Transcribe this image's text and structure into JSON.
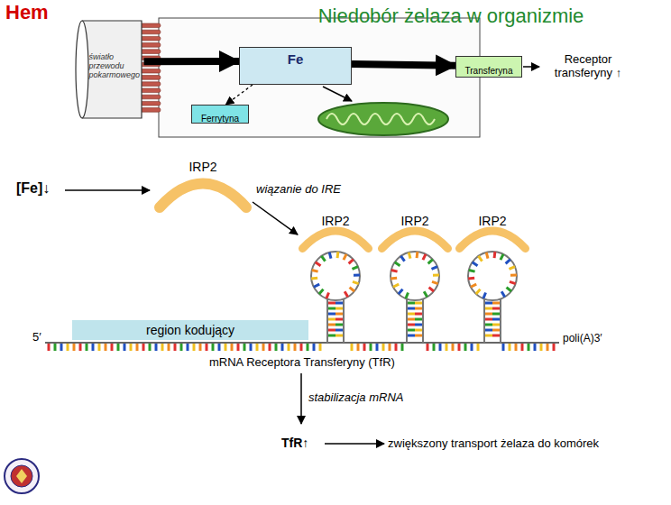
{
  "diagram": {
    "title": "Niedobór żelaza w organizmie",
    "nodes": [
      {
        "text": [
          "światło przewodu pokarmowego"
        ]
      },
      {
        "text": [
          "Fe"
        ]
      },
      {
        "text": [
          "Transferyna"
        ]
      },
      {
        "text": [
          "Ferrytyna"
        ]
      },
      {
        "text": [
          "IRP2"
        ]
      },
      {
        "text": [
          "IRP2"
        ]
      },
      {
        "text": [
          "IRP2"
        ]
      },
      {
        "text": [
          "IRP2"
        ]
      },
      {
        "text": [
          "region kodujący"
        ]
      }
    ],
    "edges": [
      {
        "from": 0,
        "to": 1,
        "arrow": "to"
      },
      {
        "from": 1,
        "to": 2,
        "arrow": "to"
      },
      {
        "from": 1,
        "to": 3,
        "arrow": "to"
      },
      {
        "from": 4,
        "to": 5,
        "label": "wiązanie do IRE",
        "arrow": "to"
      }
    ],
    "labels": [
      "Hem",
      "[Fe]↓",
      "Receptor transferyny ↑",
      "5′",
      "poli(A)3′",
      "mRNA Receptora Transferyny (TfR)",
      "stabilizacja mRNA",
      "TfR↑",
      "zwiększony transport żelaza do komórek"
    ]
  }
}
